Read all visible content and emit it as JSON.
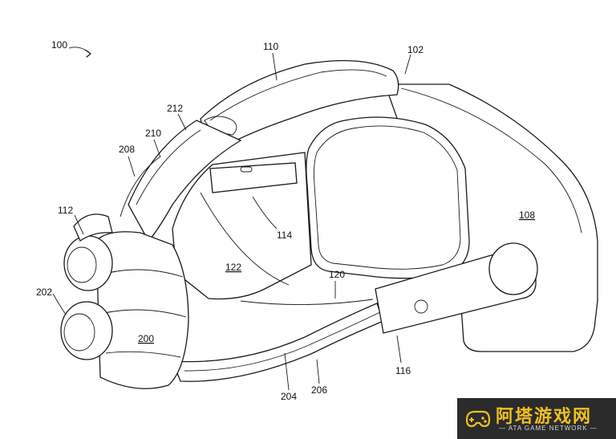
{
  "figure": {
    "ref_labels": [
      {
        "id": "100",
        "text": "100"
      },
      {
        "id": "110",
        "text": "110"
      },
      {
        "id": "102",
        "text": "102"
      },
      {
        "id": "212",
        "text": "212"
      },
      {
        "id": "210",
        "text": "210"
      },
      {
        "id": "208",
        "text": "208"
      },
      {
        "id": "112",
        "text": "112"
      },
      {
        "id": "108",
        "text": "108"
      },
      {
        "id": "114",
        "text": "114"
      },
      {
        "id": "122",
        "text": "122"
      },
      {
        "id": "120",
        "text": "120"
      },
      {
        "id": "202",
        "text": "202"
      },
      {
        "id": "200",
        "text": "200"
      },
      {
        "id": "116",
        "text": "116"
      },
      {
        "id": "206",
        "text": "206"
      },
      {
        "id": "204",
        "text": "204"
      }
    ]
  },
  "watermark": {
    "title": "阿塔游戏网",
    "subtitle": "— ATA GAME NETWORK —",
    "accent_color": "#f0c020",
    "icon": "gamepad-logo-icon"
  }
}
